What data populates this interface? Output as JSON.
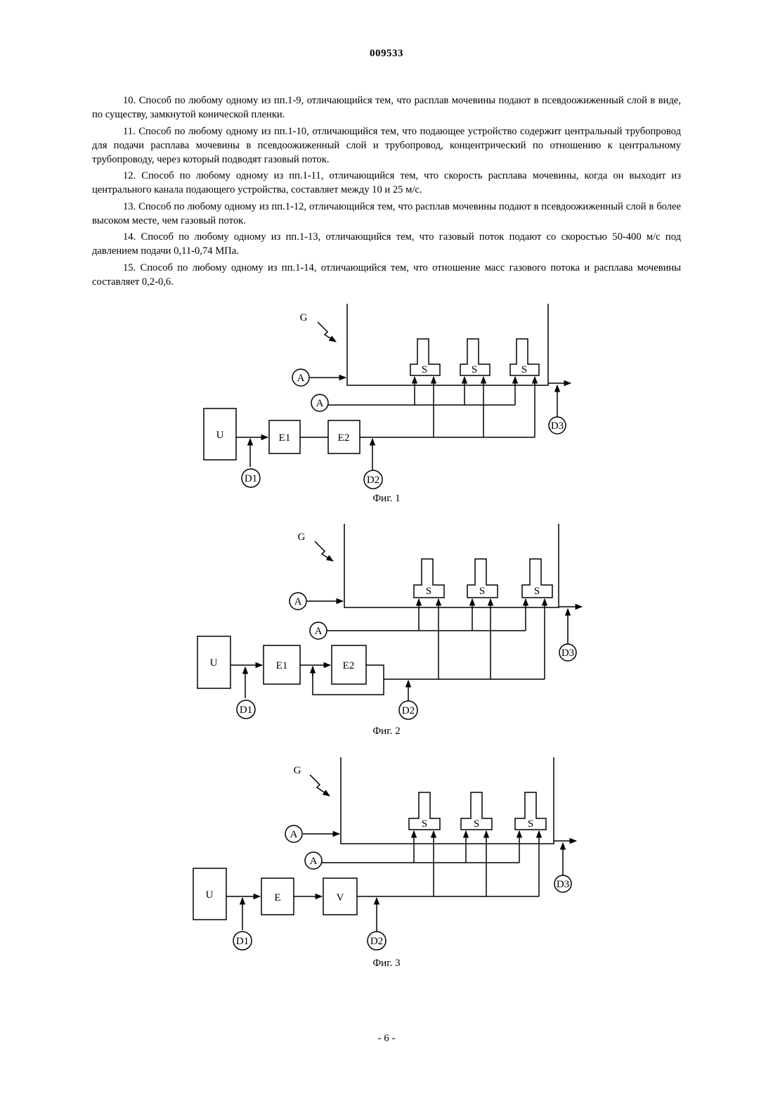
{
  "document_number": "009533",
  "claims": [
    "10. Способ по любому одному из пп.1-9, отличающийся тем, что расплав мочевины подают в псевдоожиженный слой в виде, по существу, замкнутой конической пленки.",
    "11. Способ по любому одному из пп.1-10, отличающийся тем, что подающее устройство содержит центральный трубопровод для подачи расплава мочевины в псевдоожиженный слой и трубопровод, концентрический по отношению к центральному трубопроводу, через который подводят газовый поток.",
    "12. Способ по любому одному из пп.1-11, отличающийся тем, что скорость расплава мочевины, когда он выходит из центрального канала подающего устройства, составляет между 10 и 25 м/с.",
    "13. Способ по любому одному из пп.1-12, отличающийся тем, что расплав мочевины подают в псевдоожиженный слой в более высоком месте, чем газовый поток.",
    "14. Способ по любому одному из пп.1-13, отличающийся тем, что газовый поток подают со скоростью 50-400 м/с под давлением подачи 0,11-0,74 МПа.",
    "15. Способ по любому одному из пп.1-14, отличающийся тем, что отношение масс газового потока и расплава мочевины составляет 0,2-0,6."
  ],
  "figures": [
    {
      "caption": "Фиг. 1",
      "labels": {
        "g": "G",
        "a_top": "A",
        "a_bottom": "A",
        "nozzle": "S",
        "u": "U",
        "box1": "E1",
        "box2": "E2",
        "d1": "D1",
        "d2": "D2",
        "d3": "D3"
      }
    },
    {
      "caption": "Фиг. 2",
      "labels": {
        "g": "G",
        "a_top": "A",
        "a_bottom": "A",
        "nozzle": "S",
        "u": "U",
        "box1": "E1",
        "box2": "E2",
        "d1": "D1",
        "d2": "D2",
        "d3": "D3"
      }
    },
    {
      "caption": "Фиг. 3",
      "labels": {
        "g": "G",
        "a_top": "A",
        "a_bottom": "A",
        "nozzle": "S",
        "u": "U",
        "box1": "E",
        "box2": "V",
        "d1": "D1",
        "d2": "D2",
        "d3": "D3"
      }
    }
  ],
  "page_number": "- 6 -"
}
